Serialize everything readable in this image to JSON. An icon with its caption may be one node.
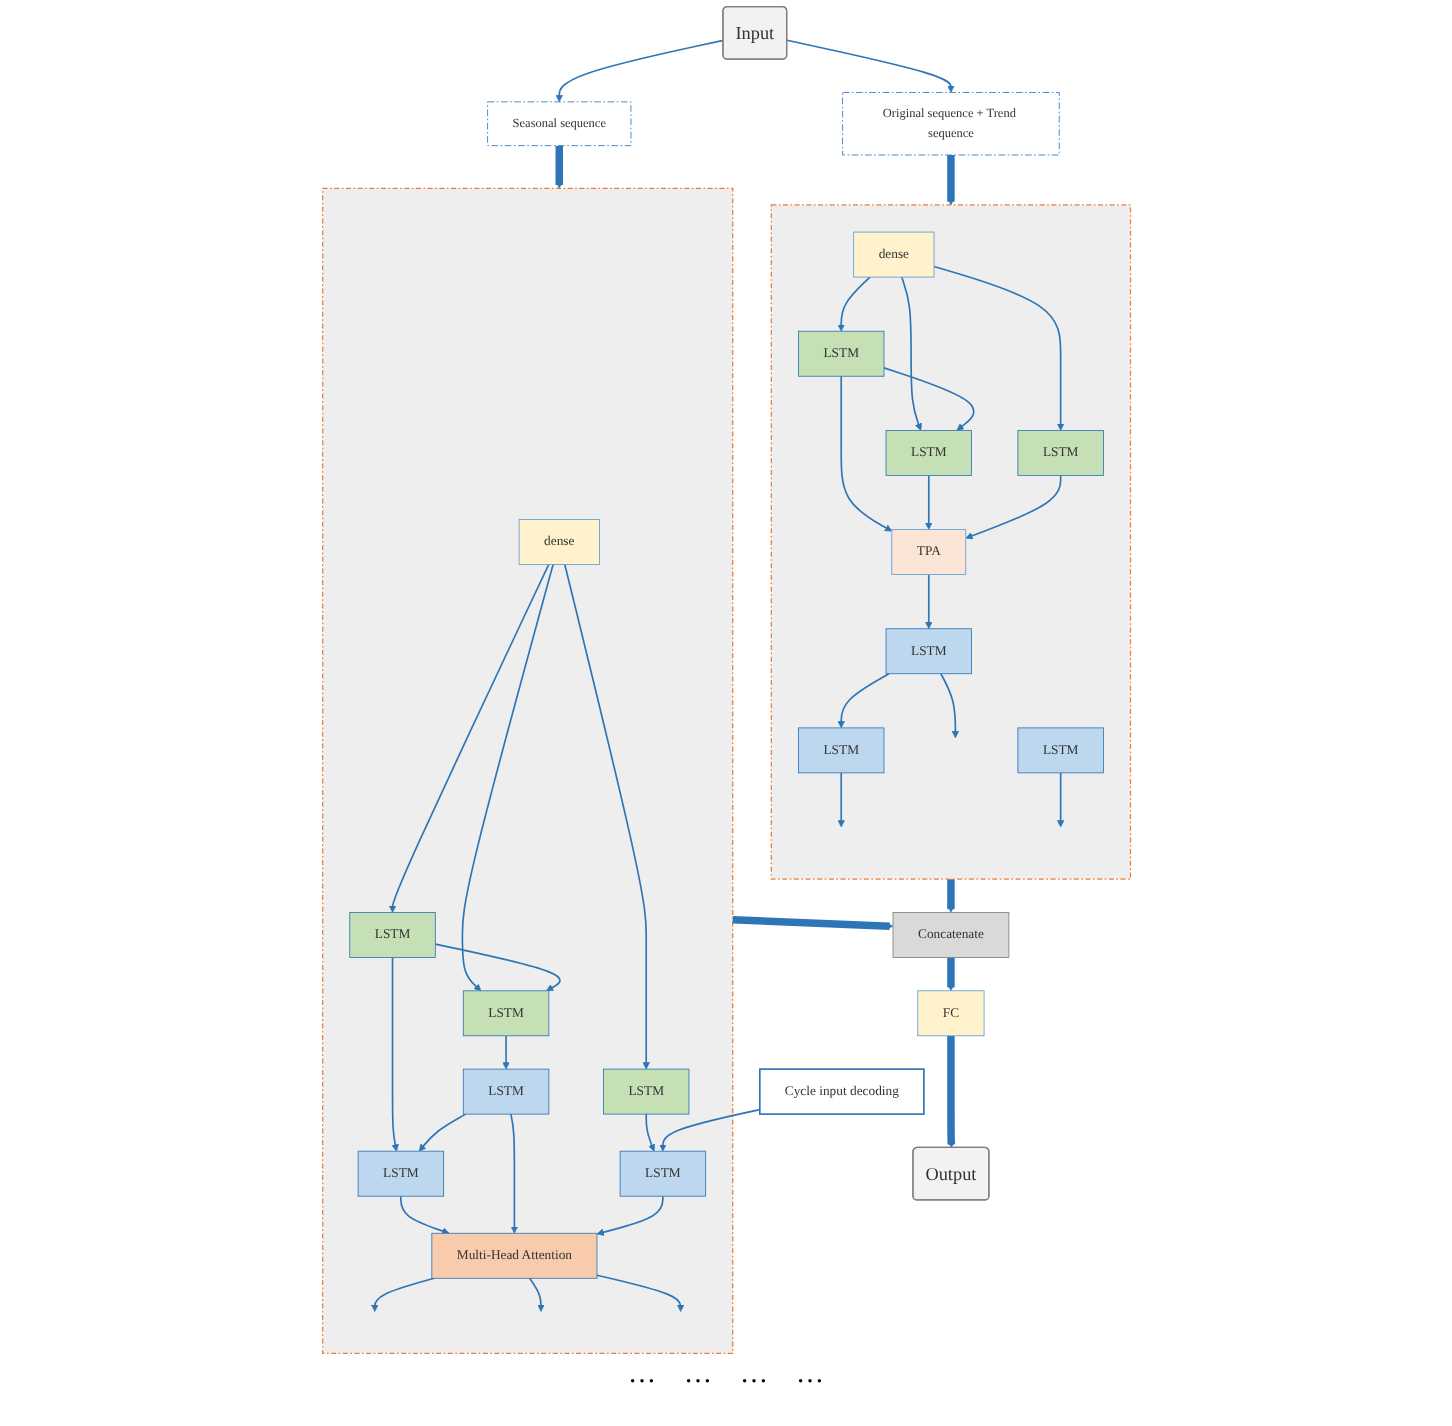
{
  "diagram": {
    "nodes": [
      {
        "text": [
          "Input"
        ]
      },
      {
        "text": [
          "Original sequence + Trend sequence"
        ]
      },
      {
        "text": [
          "Seasonal sequence"
        ]
      },
      {
        "text": [],
        "shape": "box"
      },
      {
        "text": [
          "dense"
        ],
        "in": 3
      },
      {
        "text": [
          "LSTM"
        ],
        "in": 3
      },
      {
        "text": [
          "LSTM"
        ],
        "in": 3
      },
      {
        "text": [
          "LSTM"
        ],
        "in": 3
      },
      {
        "text": [
          "TPA"
        ],
        "in": 3
      },
      {
        "text": [
          "LSTM"
        ],
        "in": 3
      },
      {
        "text": [
          "LSTM"
        ],
        "in": 3
      },
      {
        "text": [
          "LSTM"
        ],
        "in": 3
      },
      {
        "text": [],
        "shape": "box"
      },
      {
        "text": [
          "dense"
        ],
        "in": 12
      },
      {
        "text": [
          "LSTM"
        ],
        "in": 12
      },
      {
        "text": [
          "LSTM"
        ],
        "in": 12
      },
      {
        "text": [
          "LSTM"
        ],
        "in": 12
      },
      {
        "text": [
          "LSTM"
        ],
        "in": 12
      },
      {
        "text": [
          "LSTM"
        ],
        "in": 12
      },
      {
        "text": [
          "LSTM"
        ],
        "in": 12
      },
      {
        "text": [
          "Multi-Head Attention"
        ],
        "in": 12
      },
      {
        "text": [
          "Concatenate"
        ]
      },
      {
        "text": [
          "FC"
        ]
      },
      {
        "text": [
          "Output"
        ]
      },
      {
        "text": [
          "Cycle input decoding"
        ]
      }
    ],
    "edges": [
      {
        "from": 0,
        "to": 1,
        "arrow": "to"
      },
      {
        "from": 0,
        "to": 2,
        "arrow": "to"
      },
      {
        "from": 1,
        "to": 3,
        "arrow": "to",
        "style": "thick"
      },
      {
        "from": 2,
        "to": 12,
        "arrow": "to",
        "style": "thick"
      },
      {
        "from": 4,
        "to": 5,
        "arrow": "to"
      },
      {
        "from": 4,
        "to": 6,
        "arrow": "to"
      },
      {
        "from": 4,
        "to": 7,
        "arrow": "to"
      },
      {
        "from": 5,
        "to": 6,
        "arrow": "to"
      },
      {
        "from": 5,
        "to": 8,
        "arrow": "to"
      },
      {
        "from": 6,
        "to": 8,
        "arrow": "to"
      },
      {
        "from": 7,
        "to": 8,
        "arrow": "to"
      },
      {
        "from": 8,
        "to": 9,
        "arrow": "to"
      },
      {
        "from": 9,
        "to": 10,
        "arrow": "to"
      },
      {
        "from": 9,
        "to": null,
        "arrow": "to"
      },
      {
        "from": 10,
        "to": null,
        "arrow": "to"
      },
      {
        "from": 11,
        "to": null,
        "arrow": "to"
      },
      {
        "from": 13,
        "to": 14,
        "arrow": "to"
      },
      {
        "from": 13,
        "to": 15,
        "arrow": "to"
      },
      {
        "from": 13,
        "to": 16,
        "arrow": "to"
      },
      {
        "from": 14,
        "to": 15,
        "arrow": "to"
      },
      {
        "from": 14,
        "to": 17,
        "arrow": "to"
      },
      {
        "from": 15,
        "to": 18,
        "arrow": "to"
      },
      {
        "from": 16,
        "to": 19,
        "arrow": "to"
      },
      {
        "from": 18,
        "to": 17,
        "arrow": "to"
      },
      {
        "from": 24,
        "to": 19,
        "arrow": "to"
      },
      {
        "from": 17,
        "to": 20,
        "arrow": "to"
      },
      {
        "from": 18,
        "to": 20,
        "arrow": "to"
      },
      {
        "from": 19,
        "to": 20,
        "arrow": "to"
      },
      {
        "from": 20,
        "to": null,
        "arrow": "to"
      },
      {
        "from": 20,
        "to": null,
        "arrow": "to"
      },
      {
        "from": 20,
        "to": null,
        "arrow": "to"
      },
      {
        "from": 3,
        "to": 21,
        "arrow": "to",
        "style": "thick"
      },
      {
        "from": 12,
        "to": 21,
        "arrow": "to",
        "style": "thick"
      },
      {
        "from": 21,
        "to": 22,
        "arrow": "to",
        "style": "thick"
      },
      {
        "from": 22,
        "to": 23,
        "arrow": "to",
        "style": "thick"
      }
    ],
    "labels": [
      "…",
      "…",
      "…",
      "…"
    ]
  }
}
